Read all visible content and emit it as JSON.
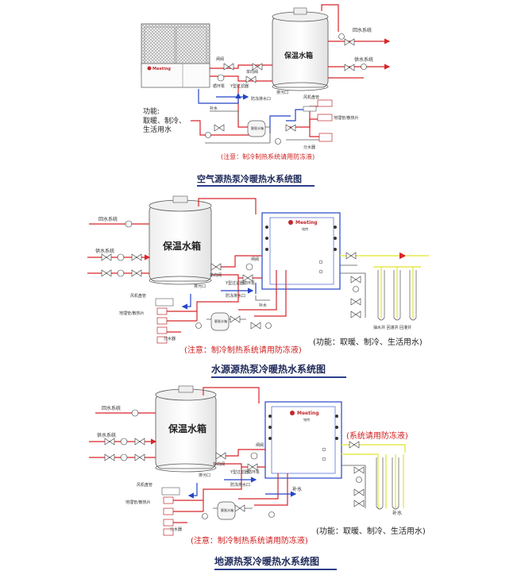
{
  "colors": {
    "hot_pipe": "#d8262b",
    "cold_pipe": "#2645c8",
    "ground_pipe": "#e5e94d",
    "line": "#555555",
    "title_underline": "#2b3f8c",
    "note": "#d01c1c"
  },
  "diagram1": {
    "title": "空气源热泵冷暖热水系统图",
    "tank_label": "保温水箱",
    "brand": "Meeting",
    "function_heading": "功能:",
    "function_lines": [
      "取暖、制冷、",
      "生活用水"
    ],
    "note": "(注意：制冷制热系统请用防冻液)",
    "labels": {
      "return_water": "回水系统",
      "supply_water": "供水系统",
      "valve": "闸阀",
      "pump": "循环泵",
      "filter": "Y型过滤器",
      "check_valve": "单向阀",
      "antifreeze_drain": "防冻排水口",
      "drain": "排污口",
      "make_up_water": "补水",
      "fan_coil": "风机盘管",
      "floor_heating": "地埋管/散热片",
      "distributor": "分水器",
      "expansion_tank": "膨胀水箱"
    }
  },
  "diagram2": {
    "title": "水源源热泵冷暖热水系统图",
    "tank_label": "保温水箱",
    "brand": "Meeting",
    "brand_cn": "铭特",
    "note": "(注意：制冷制热系统请用防冻液)",
    "function": "(功能：取暖、制冷、生活用水)",
    "labels": {
      "return_water": "回水系统",
      "supply_water": "供水系统",
      "valve": "闸阀",
      "pump": "循环泵",
      "filter": "Y型过滤器",
      "check_valve": "单向阀",
      "antifreeze_drain": "防冻排水口",
      "drain": "排污口",
      "make_up_water": "补水",
      "fan_coil": "风机盘管",
      "floor_heating": "地埋管/散热片",
      "distributor": "分水器",
      "wells": "抽水井 回灌井 回灌井",
      "expansion_tank": "膨胀水箱"
    }
  },
  "diagram3": {
    "title": "地源热泵冷暖热水系统图",
    "tank_label": "保温水箱",
    "brand": "Meeting",
    "brand_cn": "铭特",
    "note": "(注意：制冷制热系统请用防冻液)",
    "note_side": "(系统请用防冻液)",
    "function": "(功能：取暖、制冷、生活用水)",
    "labels": {
      "return_water": "回水系统",
      "supply_water": "供水系统",
      "valve": "闸阀",
      "pump": "循环泵",
      "filter": "Y型过滤器",
      "check_valve": "单向阀",
      "antifreeze_drain": "防冻排水口",
      "drain": "排污口",
      "make_up_water": "补水",
      "fan_coil": "风机盘管",
      "floor_heating": "地埋管/散热片",
      "distributor": "分水器",
      "ground_make_up": "补水",
      "expansion_tank": "膨胀水箱"
    }
  }
}
